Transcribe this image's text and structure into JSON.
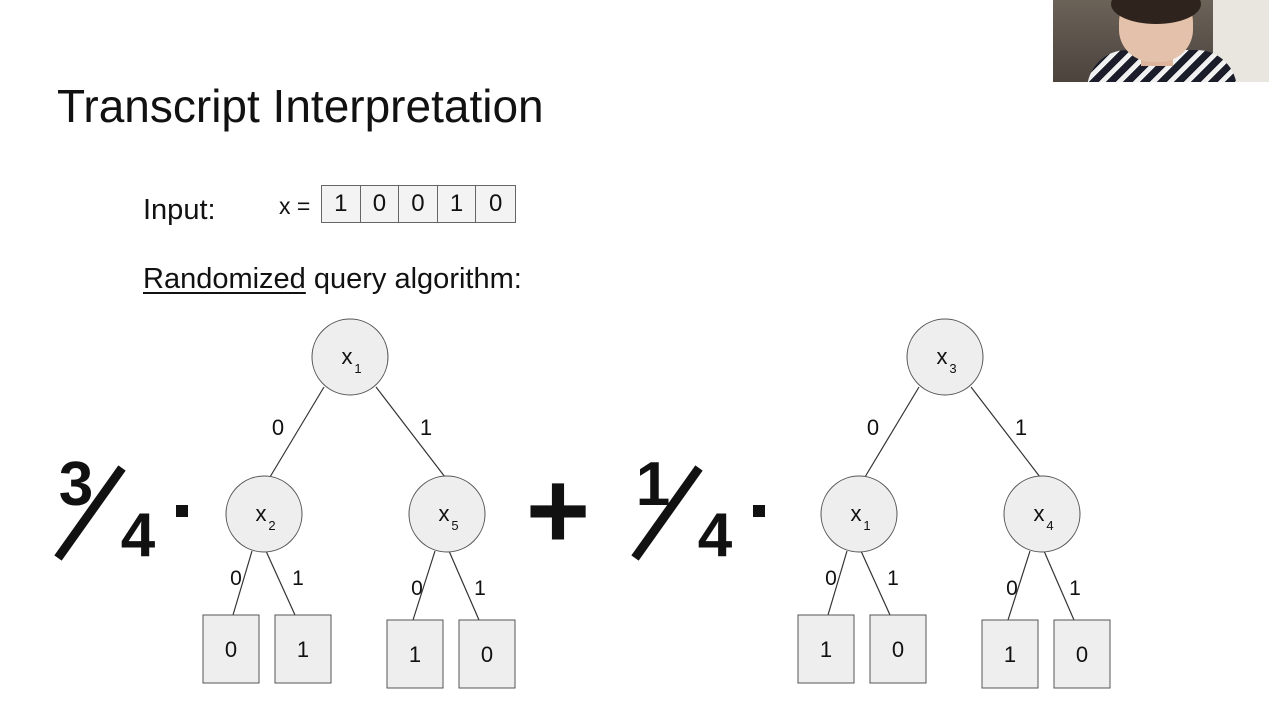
{
  "title": "Transcript Interpretation",
  "input": {
    "label": "Input:",
    "x_label": "x =",
    "bits": [
      "1",
      "0",
      "0",
      "1",
      "0"
    ]
  },
  "algorithm": {
    "label_underlined": "Randomized",
    "label_rest": " query algorithm:"
  },
  "operators": {
    "plus": "+"
  },
  "trees": [
    {
      "weight": {
        "num": "3",
        "den": "4"
      },
      "root": {
        "var": "x",
        "sub": "1"
      },
      "left": {
        "var": "x",
        "sub": "2",
        "leaves": [
          "0",
          "1"
        ]
      },
      "right": {
        "var": "x",
        "sub": "5",
        "leaves": [
          "1",
          "0"
        ]
      },
      "edge_labels": {
        "root_left": "0",
        "root_right": "1",
        "left_left": "0",
        "left_right": "1",
        "right_left": "0",
        "right_right": "1"
      }
    },
    {
      "weight": {
        "num": "1",
        "den": "4"
      },
      "root": {
        "var": "x",
        "sub": "3"
      },
      "left": {
        "var": "x",
        "sub": "1",
        "leaves": [
          "1",
          "0"
        ]
      },
      "right": {
        "var": "x",
        "sub": "4",
        "leaves": [
          "1",
          "0"
        ]
      },
      "edge_labels": {
        "root_left": "0",
        "root_right": "1",
        "left_left": "0",
        "left_right": "1",
        "right_left": "0",
        "right_right": "1"
      }
    }
  ],
  "colors": {
    "node_fill": "#eeeeee",
    "node_stroke": "#555555",
    "text": "#111111"
  }
}
